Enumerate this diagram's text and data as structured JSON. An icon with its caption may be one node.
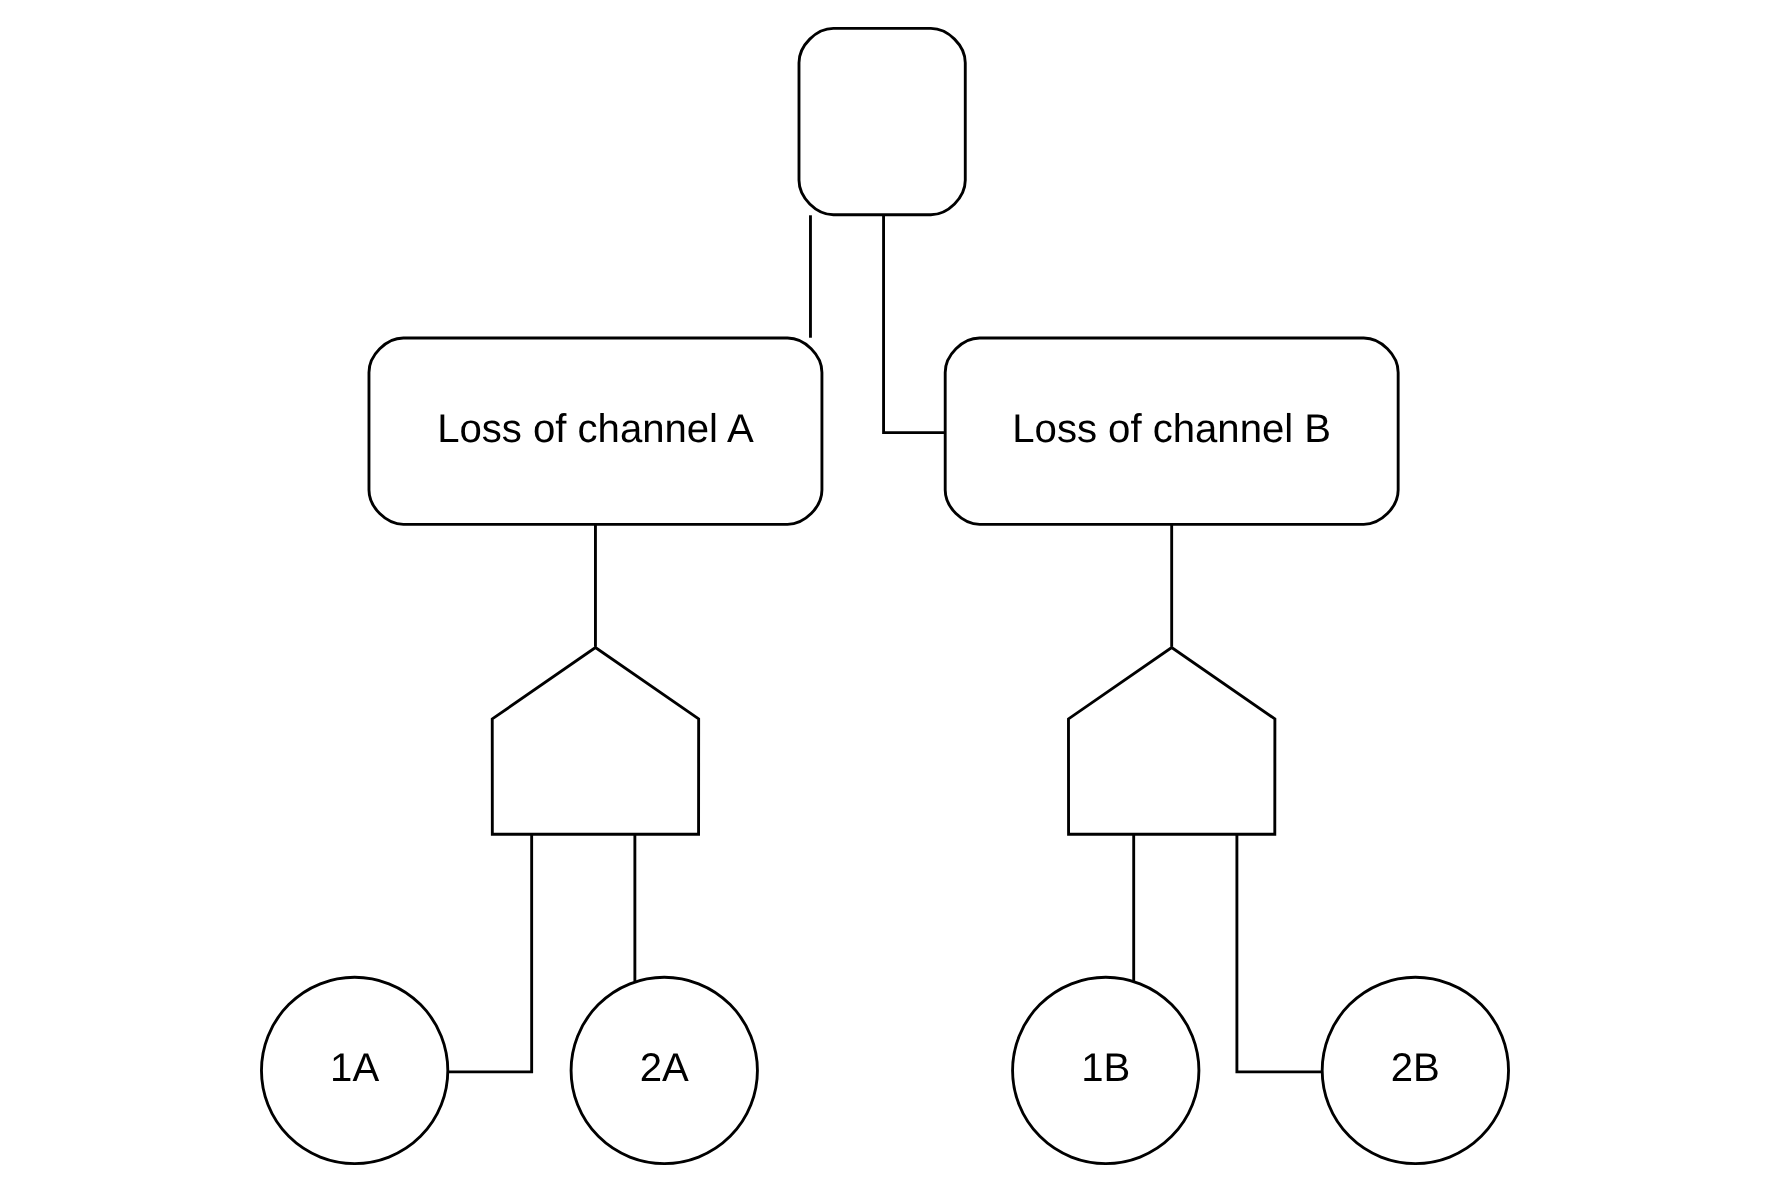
{
  "diagram": {
    "nodes": [
      {
        "text": [],
        "shape": "and-gate"
      },
      {
        "text": [
          "Loss of channel A"
        ]
      },
      {
        "text": [
          "Loss of channel B"
        ]
      },
      {
        "text": [],
        "shape": "or-gate"
      },
      {
        "text": [],
        "shape": "or-gate"
      },
      {
        "text": [
          "1A"
        ]
      },
      {
        "text": [
          "2A"
        ]
      },
      {
        "text": [
          "1B"
        ]
      },
      {
        "text": [
          "2B"
        ]
      }
    ],
    "edges": [
      {
        "from": 0,
        "to": 1,
        "arrow": "none"
      },
      {
        "from": 0,
        "to": 2,
        "arrow": "none"
      },
      {
        "from": 1,
        "to": 3,
        "arrow": "none"
      },
      {
        "from": 2,
        "to": 4,
        "arrow": "none"
      },
      {
        "from": 3,
        "to": 5,
        "arrow": "none"
      },
      {
        "from": 3,
        "to": 6,
        "arrow": "none"
      },
      {
        "from": 4,
        "to": 7,
        "arrow": "none"
      },
      {
        "from": 4,
        "to": 8,
        "arrow": "none"
      }
    ]
  }
}
